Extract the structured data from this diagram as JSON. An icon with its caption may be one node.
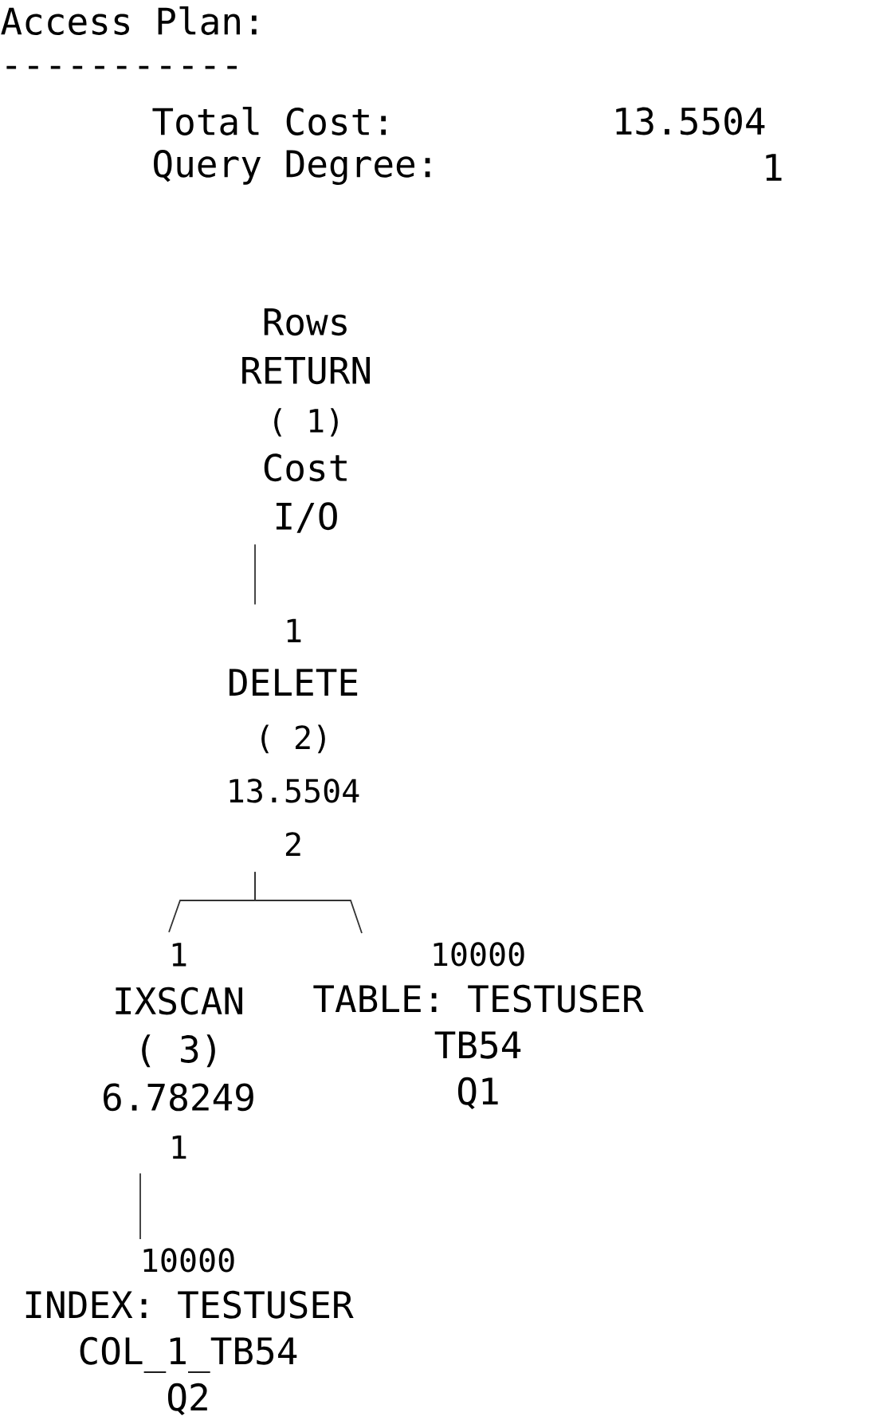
{
  "diagram": {
    "nodes": [
      {
        "text": [
          "Rows",
          "RETURN",
          "( 1)",
          "Cost",
          "I/O"
        ]
      },
      {
        "text": [
          "1",
          "DELETE",
          "( 2)",
          "13.5504",
          "2"
        ]
      },
      {
        "text": [
          "1",
          "IXSCAN",
          "( 3)",
          "6.78249",
          "1"
        ]
      },
      {
        "text": [
          "10000",
          "TABLE: TESTUSER",
          "TB54",
          "Q1"
        ]
      },
      {
        "text": [
          "10000",
          "INDEX: TESTUSER",
          "COL_1_TB54",
          "Q2"
        ]
      }
    ],
    "edges": [
      {
        "from": 0,
        "to": 1,
        "arrow": "none"
      },
      {
        "from": 1,
        "to": 2,
        "arrow": "none"
      },
      {
        "from": 1,
        "to": 3,
        "arrow": "none"
      },
      {
        "from": 2,
        "to": 4,
        "arrow": "none"
      }
    ],
    "labels": [
      "Access Plan:",
      "-----------",
      "Total Cost:",
      "13.5504",
      "Query Degree:",
      "1"
    ]
  }
}
